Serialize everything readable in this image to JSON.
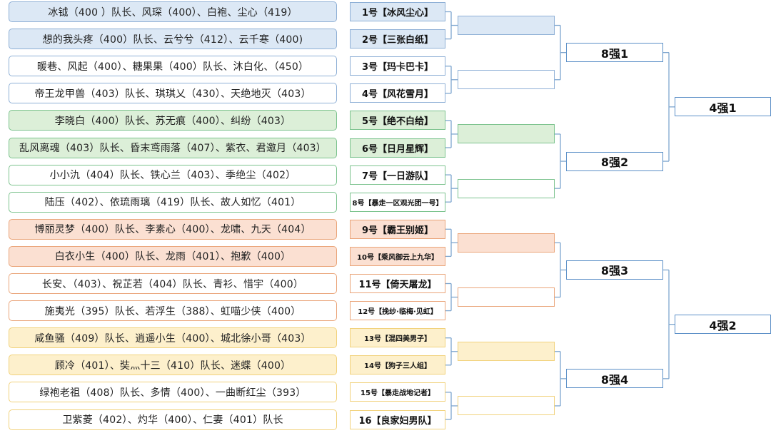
{
  "groups": [
    {
      "color": "blue"
    },
    {
      "color": "green"
    },
    {
      "color": "orange"
    },
    {
      "color": "yellow"
    }
  ],
  "teams": [
    {
      "members": "冰钺（400 ）队长、风琛（400）、白袍、尘心（419）",
      "label": "1号【冰风尘心】"
    },
    {
      "members": "想的我头疼（400）队长、云兮兮（412）、云千寒（400)",
      "label": "2号【三张白纸】"
    },
    {
      "members": "暖巷、风起（400）、糖果果（400）队长、沐白化、（450）",
      "label": "3号【玛卡巴卡】"
    },
    {
      "members": "帝王龙甲兽（403）队长、琪琪乂（430）、天绝地灭（403）",
      "label": "4号【风花雪月】"
    },
    {
      "members": "李晓白（400）队长、苏无痕（400）、纠纷（403）",
      "label": "5号【绝不白给】"
    },
    {
      "members": "乱风离魂（403）队长、昏末鸢雨落（407）、紫衣、君邀月（403）",
      "label": "6号【日月星辉】"
    },
    {
      "members": "小小氿（404）队长、铁心兰（403）、季绝尘（402）",
      "label": "7号【一日游队】"
    },
    {
      "members": "陆压（402）、依琉雨璃（419）队长、故人如忆（401）",
      "label": "8号【暴走一区观光团一号】"
    },
    {
      "members": "博丽灵梦（400）队长、李素心（400）、龙啸、九天（404）",
      "label": "9号【霸王别姬】"
    },
    {
      "members": "白衣小生（400）队长、龙雨（401）、抱歉（400）",
      "label": "10号【乘风御云上九华】"
    },
    {
      "members": "长安、（403）、祝芷若（404）队长、青衫、惜宇（400）",
      "label": "11号【倚天屠龙】"
    },
    {
      "members": "施夷光（395）队长、若浮生（388）、虹喵少侠（400）",
      "label": "12号【挽纱·临梅·见虹】"
    },
    {
      "members": "咸鱼骚（409）队长、逍遥小生（400）、城北徐小哥（403）",
      "label": "13号【混四美男子】"
    },
    {
      "members": "顾冷（401）、奘灬十三（410）队长、迷蝶（400）",
      "label": "14号【狗子三人组】"
    },
    {
      "members": "绿袍老祖（408）队长、多情（400）、一曲断红尘（393）",
      "label": "15号【暴走战地记者】"
    },
    {
      "members": "卫紫菱（402）、灼华（400）、仁妻（401）队长",
      "label": "16【良家妇男队】"
    }
  ],
  "round_of_16": [
    "",
    "",
    "",
    "",
    "",
    "",
    "",
    ""
  ],
  "quarterfinals": [
    "8强1",
    "8强2",
    "8强3",
    "8强4"
  ],
  "semifinals": [
    "4强1",
    "4强2"
  ],
  "colors": {
    "blue_border": "#8fb0d6",
    "blue_fill": "#dce8f5",
    "green_border": "#7cc38e",
    "green_fill": "#dcefd8",
    "orange_border": "#eaa57a",
    "orange_fill": "#fbe0d2",
    "yellow_border": "#f1d27c",
    "yellow_fill": "#fdf0cc",
    "line": "#7ea6cf"
  }
}
